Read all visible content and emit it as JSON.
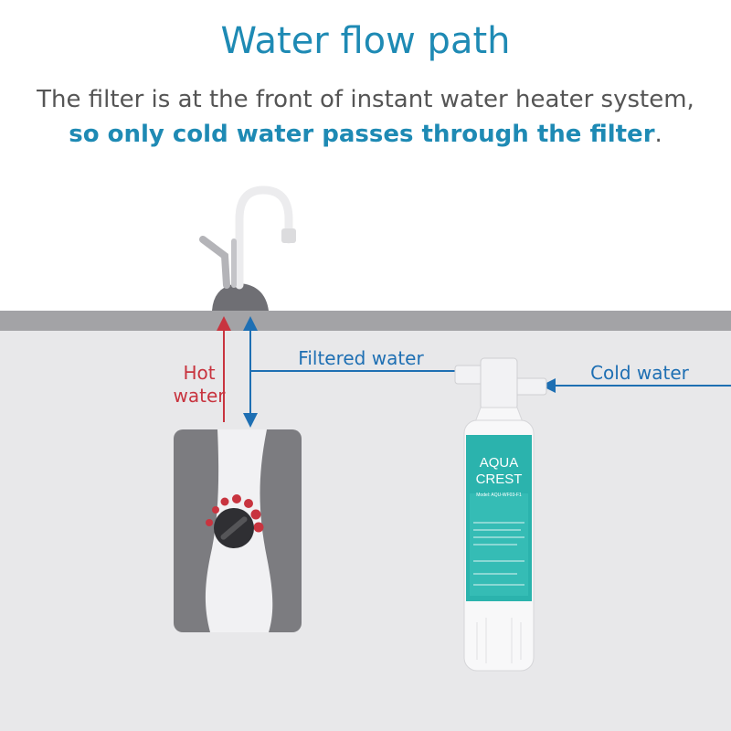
{
  "header": {
    "title": "Water flow path",
    "subtitle_part1": "The filter is at the front of instant water heater system,",
    "subtitle_part2": "so only cold water passes through the filter",
    "subtitle_end": "."
  },
  "labels": {
    "hot_water_line1": "Hot",
    "hot_water_line2": "water",
    "filtered_water": "Filtered water",
    "cold_water": "Cold water"
  },
  "filter": {
    "brand_line1": "AQUA",
    "brand_line2": "CREST",
    "model": "Model: AQU-WF03-F1"
  },
  "colors": {
    "title": "#1e8ab4",
    "hot": "#c8343f",
    "flow": "#1e6fb3",
    "counter": "#a3a3a6",
    "cabinet": "#e8e8ea",
    "heater": "#7c7c80",
    "filter_label": "#2bb3ad"
  },
  "icons": [
    "faucet-icon",
    "heater-icon",
    "dial-icon",
    "filter-cartridge-icon",
    "arrow-icon"
  ]
}
